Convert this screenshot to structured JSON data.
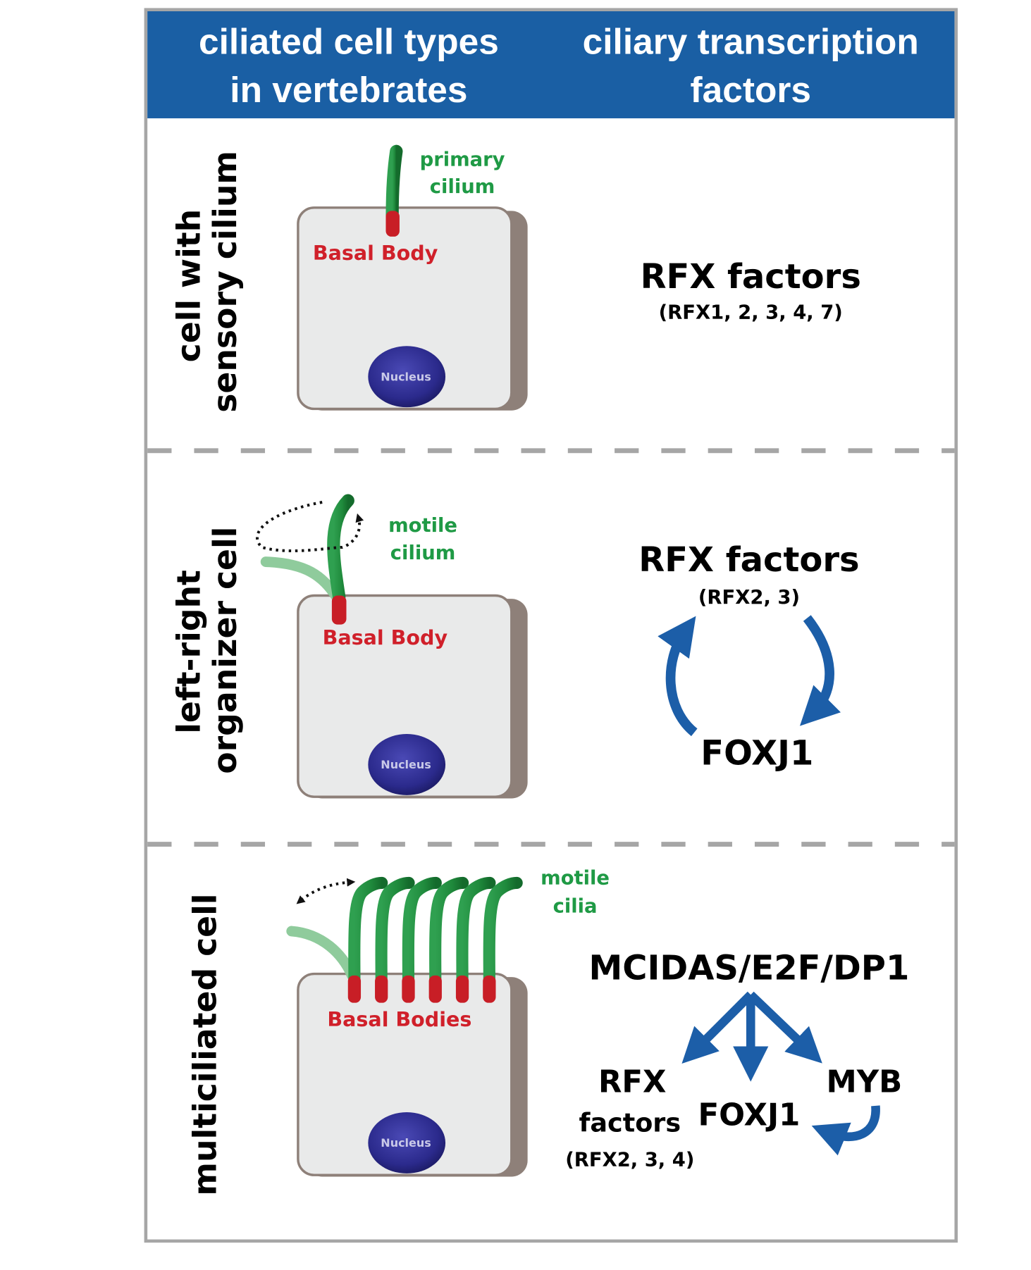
{
  "header": {
    "left_line1": "ciliated cell types",
    "left_line2": "in vertebrates",
    "right_line1": "ciliary transcription",
    "right_line2": "factors",
    "bg_color": "#1a5fa4"
  },
  "rows": [
    {
      "label_line1": "cell with",
      "label_line2": "sensory cilium",
      "cilium_label_line1": "primary",
      "cilium_label_line2": "cilium",
      "basal_label": "Basal Body",
      "nucleus_label": "Nucleus",
      "tf_title": "RFX factors",
      "tf_members": "(RFX1, 2, 3, 4, 7)"
    },
    {
      "label_line1": "left-right",
      "label_line2": "organizer cell",
      "cilium_label_line1": "motile",
      "cilium_label_line2": "cilium",
      "basal_label": "Basal Body",
      "nucleus_label": "Nucleus",
      "tf_title": "RFX factors",
      "tf_members": "(RFX2, 3)",
      "tf_partner": "FOXJ1"
    },
    {
      "label_line1": "multiciliated cell",
      "cilium_label_line1": "motile",
      "cilium_label_line2": "cilia",
      "basal_label": "Basal Bodies",
      "nucleus_label": "Nucleus",
      "cilia_count": 6,
      "tf_master": "MCIDAS/E2F/DP1",
      "tf_rfx": "RFX",
      "tf_rfx_factors": "factors",
      "tf_rfx_members": "(RFX2, 3, 4)",
      "tf_foxj1": "FOXJ1",
      "tf_myb": "MYB"
    }
  ],
  "colors": {
    "cilium_green": "#1f8a3c",
    "cilium_faded": "#8fcb9c",
    "basal_red": "#c81e26",
    "nucleus_blue": "#2b2a8c",
    "arrow_blue": "#1c5ea8",
    "cell_fill": "#e9eaea",
    "cell_side": "#8e8079",
    "frame_gray": "#a6a6a6"
  }
}
